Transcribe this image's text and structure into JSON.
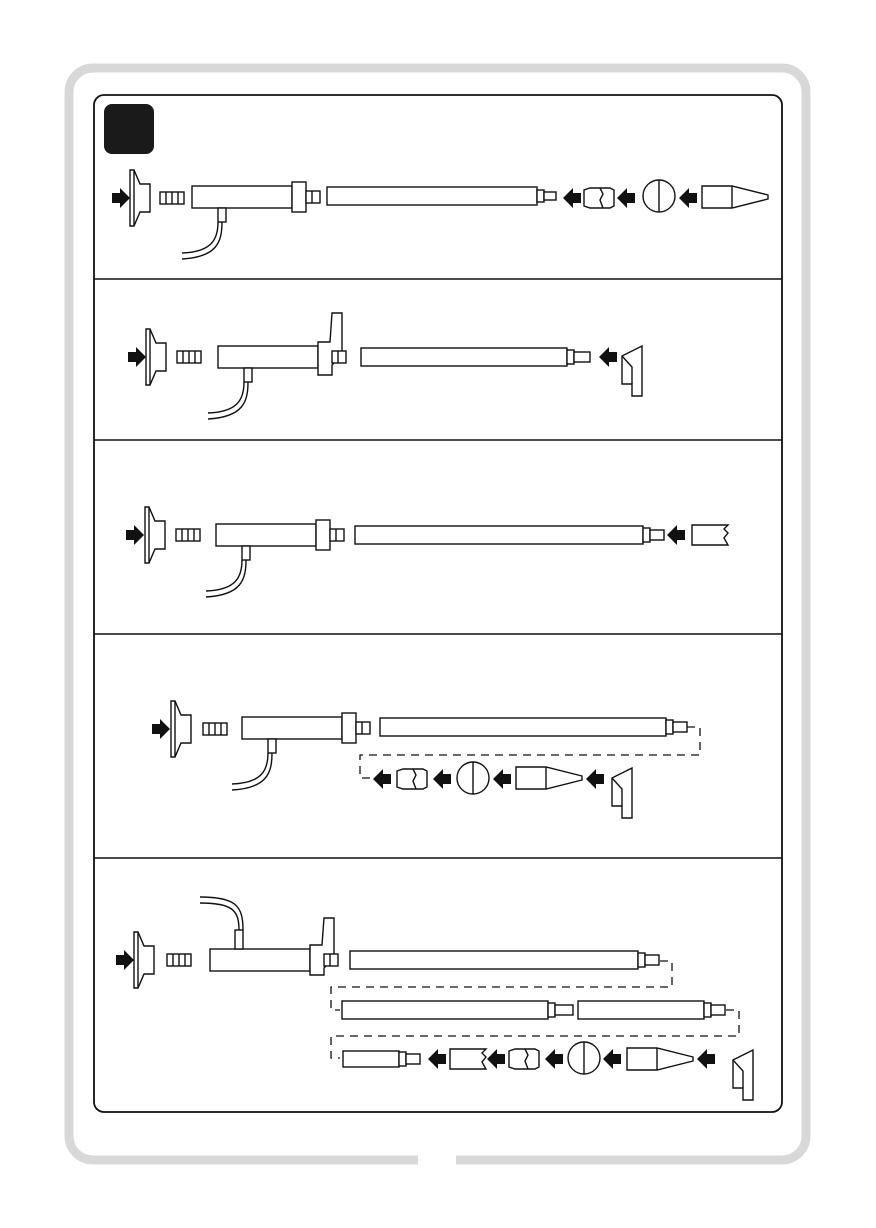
{
  "manual_page": {
    "frame_color": "#d8d8d8",
    "badge_color": "#1a1a1a",
    "panels": [
      {
        "name": "panel-1",
        "parts": [
          "floor-nozzle-arrow",
          "coupling",
          "handle-with-hose",
          "extension-tube",
          "brush-ring",
          "round-brush",
          "crevice-tool"
        ]
      },
      {
        "name": "panel-2",
        "parts": [
          "floor-nozzle-arrow",
          "coupling",
          "handle-with-bracket",
          "extension-tube",
          "angled-nozzle"
        ]
      },
      {
        "name": "panel-3",
        "parts": [
          "floor-nozzle-arrow",
          "coupling",
          "handle-with-hose",
          "extension-tube",
          "upholstery-nozzle"
        ]
      },
      {
        "name": "panel-4",
        "parts": [
          "floor-nozzle-arrow",
          "coupling",
          "handle-with-hose",
          "extension-tube",
          "brush-ring",
          "round-brush",
          "crevice-tool",
          "angled-nozzle"
        ]
      },
      {
        "name": "panel-5",
        "parts": [
          "floor-nozzle-arrow",
          "coupling",
          "handle-with-bracket",
          "extension-tube",
          "extension-tube",
          "extension-tube",
          "short-tube",
          "upholstery-nozzle",
          "brush-ring",
          "round-brush",
          "crevice-tool",
          "angled-nozzle"
        ]
      }
    ]
  }
}
